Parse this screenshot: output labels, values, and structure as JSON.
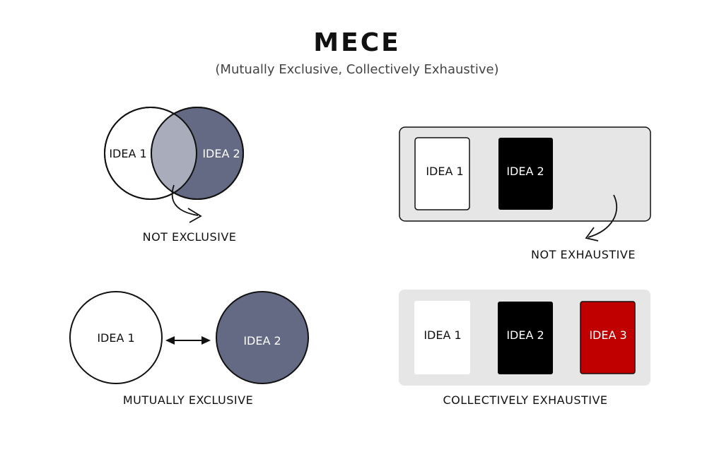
{
  "header": {
    "title": "MECE",
    "subtitle": "(Mutually Exclusive, Collectively Exhaustive)"
  },
  "not_exclusive": {
    "idea1": "IDEA 1",
    "idea2": "IDEA 2",
    "caption": "NOT EXCLUSIVE"
  },
  "not_exhaustive": {
    "idea1": "IDEA 1",
    "idea2": "IDEA 2",
    "caption": "NOT EXHAUSTIVE"
  },
  "mutually_exclusive": {
    "idea1": "IDEA 1",
    "idea2": "IDEA 2",
    "caption": "MUTUALLY EXCLUSIVE"
  },
  "collectively_exhaustive": {
    "idea1": "IDEA 1",
    "idea2": "IDEA 2",
    "idea3": "IDEA 3",
    "caption": "COLLECTIVELY EXHAUSTIVE"
  },
  "colors": {
    "circle_dark": "#646a84",
    "overlap": "#a9acbb",
    "panel_grey": "#e6e6e6",
    "card_black": "#000000",
    "card_red": "#c00000",
    "outline": "#111111"
  }
}
